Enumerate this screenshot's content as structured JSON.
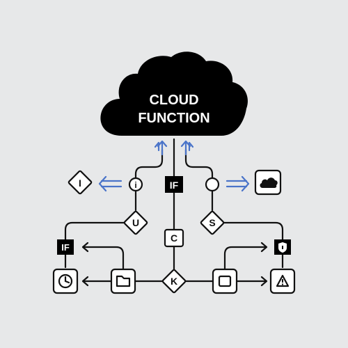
{
  "cloud": {
    "line1": "CLOUD",
    "line2": "FUNCTION"
  },
  "labels": {
    "if_top": "IF",
    "if_left": "IF",
    "info_diamond": "I",
    "info_node": "i",
    "decision_u": "U",
    "decision_s": "S",
    "node_c": "C",
    "decision_k": "K"
  },
  "icons": {
    "clock": "clock-icon",
    "folder": "folder-icon",
    "square": "square-icon",
    "warning": "warning-icon",
    "shield": "shield-icon",
    "cloud": "cloud-icon"
  },
  "colors": {
    "background": "#e7e8e9",
    "ink": "#111111",
    "accent": "#4a74c9",
    "fill": "#ffffff"
  }
}
